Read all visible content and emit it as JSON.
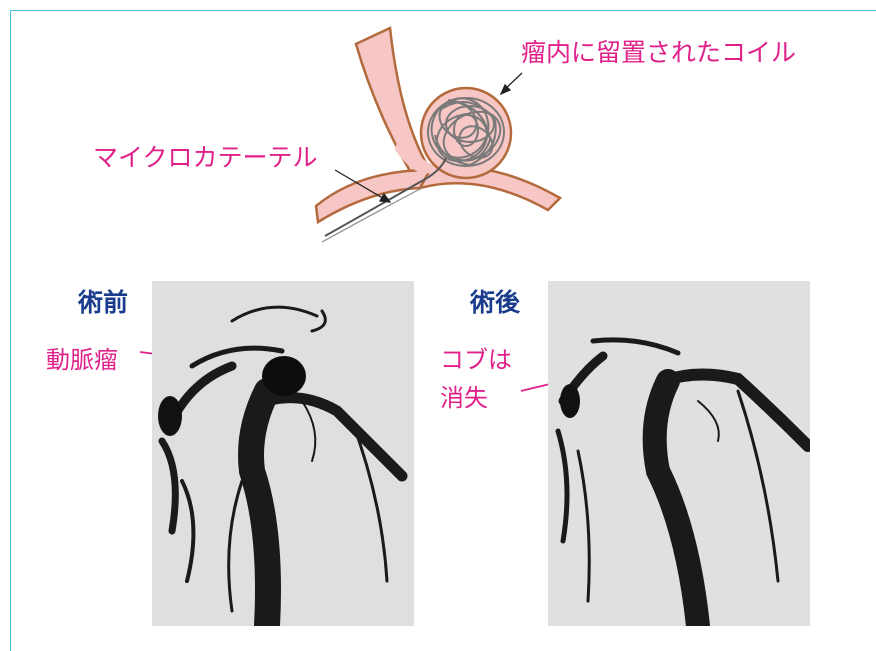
{
  "diagram": {
    "label_coil": "瘤内に留置されたコイル",
    "label_catheter": "マイクロカテーテル"
  },
  "before": {
    "heading": "術前",
    "label_aneurysm": "動脈瘤"
  },
  "after": {
    "heading": "術後",
    "label_line1": "コブは",
    "label_line2": "消失"
  },
  "colors": {
    "frame": "#4fc4d8",
    "label_magenta": "#e0218a",
    "heading_navy": "#1a3c8c",
    "vessel_fill": "#f6c7c4",
    "vessel_outline": "#b36a3c",
    "coil": "#7a7a7a"
  }
}
